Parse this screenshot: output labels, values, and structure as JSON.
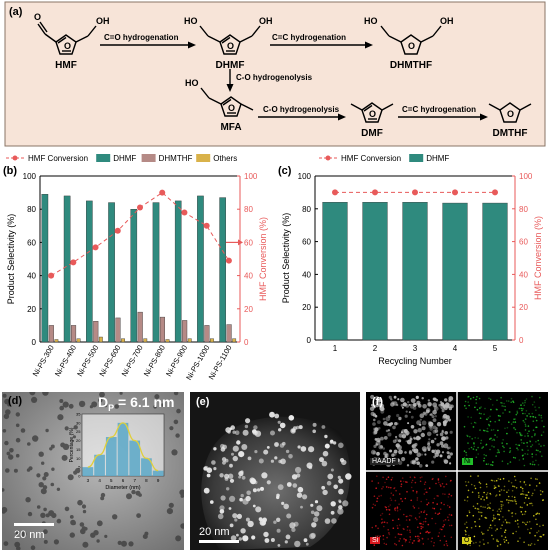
{
  "scheme": {
    "panel_label": "(a)",
    "compounds": {
      "hmf": "HMF",
      "dhmf": "DHMF",
      "dhmthf": "DHMTHF",
      "mfa": "MFA",
      "dmf": "DMF",
      "dmthf": "DMTHF"
    },
    "atoms": {
      "o": "O",
      "oh": "OH",
      "ho": "HO"
    },
    "steps": {
      "co_hydrogenation": "C=O hydrogenation",
      "cc_hydrogenation_1": "C=C hydrogenation",
      "co_hydrogenolysis_1": "C-O hydrogenolysis",
      "co_hydrogenolysis_2": "C-O hydrogenolysis",
      "cc_hydrogenation_2": "C=C hydrogenation"
    },
    "colors": {
      "background": "#f7e4d8",
      "border": "#8a7466"
    }
  },
  "chart_data": [
    {
      "panel_label": "(b)",
      "type": "bar",
      "categories": [
        "Ni-PS-300",
        "Ni-PS-400",
        "Ni-PS-500",
        "Ni-PS-600",
        "Ni-PS-700",
        "Ni-PS-800",
        "Ni-PS-900",
        "Ni-PS-1000",
        "Ni-PS-1100"
      ],
      "series": [
        {
          "name": "DHMF",
          "values": [
            89,
            88,
            85,
            84,
            80,
            84,
            85,
            88,
            87
          ],
          "color": "#2f8a7e"
        },
        {
          "name": "DHMTHF",
          "values": [
            10,
            10,
            12.5,
            14.5,
            18,
            15,
            13,
            10,
            10.5
          ],
          "color": "#b58a86"
        },
        {
          "name": "Others",
          "values": [
            1.5,
            2,
            3,
            2,
            2,
            1.5,
            2,
            2,
            2
          ],
          "color": "#d9b24a"
        }
      ],
      "line_series": {
        "name": "HMF Conversion",
        "values": [
          40,
          48,
          57,
          67,
          81,
          90,
          78,
          70,
          49
        ],
        "color": "#e85a5a"
      },
      "ylabel": "Product Selectivity (%)",
      "y2label": "HMF Conversion (%)",
      "ylim": [
        0,
        100
      ],
      "y2lim": [
        0,
        100
      ],
      "yticks": [
        "0",
        "20",
        "40",
        "60",
        "80",
        "100"
      ],
      "legend_placement": "top",
      "grid": false
    },
    {
      "panel_label": "(c)",
      "type": "bar",
      "categories": [
        "1",
        "2",
        "3",
        "4",
        "5"
      ],
      "series": [
        {
          "name": "DHMF",
          "values": [
            84,
            84,
            84,
            83.5,
            83.5
          ],
          "color": "#2f8a7e"
        }
      ],
      "line_series": {
        "name": "HMF Conversion",
        "values": [
          90,
          90,
          90,
          90,
          90
        ],
        "color": "#e85a5a"
      },
      "xlabel": "Recycling Number",
      "ylabel": "Product Selectivity (%)",
      "y2label": "HMF Conversion (%)",
      "ylim": [
        0,
        100
      ],
      "y2lim": [
        0,
        100
      ],
      "yticks": [
        "0",
        "20",
        "40",
        "60",
        "80",
        "100"
      ],
      "legend_placement": "top",
      "grid": false
    },
    {
      "panel_label": "(d)",
      "type": "bar",
      "categories": [
        "3",
        "4",
        "5",
        "6",
        "7",
        "8",
        "9"
      ],
      "values": [
        5,
        12,
        22,
        30,
        20,
        10,
        3
      ],
      "xlabel": "Diameter (nm)",
      "ylabel": "Percentage (%)",
      "ylim": [
        0,
        35
      ],
      "yticks": [
        "0",
        "5",
        "10",
        "15",
        "20",
        "25",
        "30",
        "35"
      ],
      "annotation": "D",
      "annotation_sub": "P",
      "annotation_value": " = 6.1 nm",
      "scale_bar": "20 nm",
      "bar_color": "#5aa8c8",
      "fit_color": "#e0cf3a"
    }
  ],
  "panel_e": {
    "panel_label": "(e)",
    "scale_bar": "20 nm"
  },
  "panel_f": {
    "panel_label": "(f)",
    "tiles": [
      {
        "label": "HAADF",
        "color": "#bbbbbb"
      },
      {
        "label": "Ni",
        "color": "#22c02a"
      },
      {
        "label": "Si",
        "color": "#d8181e"
      },
      {
        "label": "O",
        "color": "#d6cf1c"
      }
    ]
  }
}
